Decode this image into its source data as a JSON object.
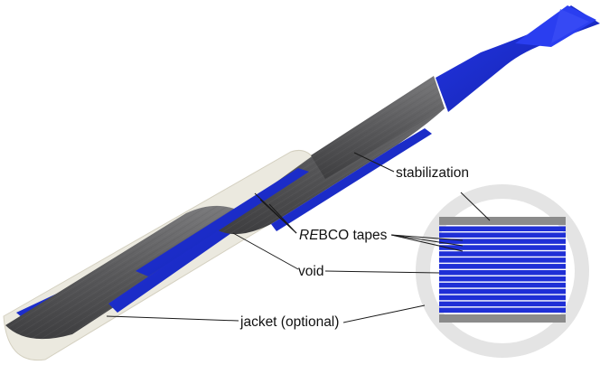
{
  "labels": {
    "stabilization": "stabilization",
    "rebco_prefix": "RE",
    "rebco_suffix": "BCO tapes",
    "void": "void",
    "jacket": "jacket (optional)"
  },
  "colors": {
    "stabilization_gray": "#5d5d5f",
    "tape_blue": "#1f2fd6",
    "jacket_beige": "#e0ddd0",
    "cross_section_ring": "#e2e2e2"
  },
  "cross_section": {
    "tape_count": 14
  }
}
